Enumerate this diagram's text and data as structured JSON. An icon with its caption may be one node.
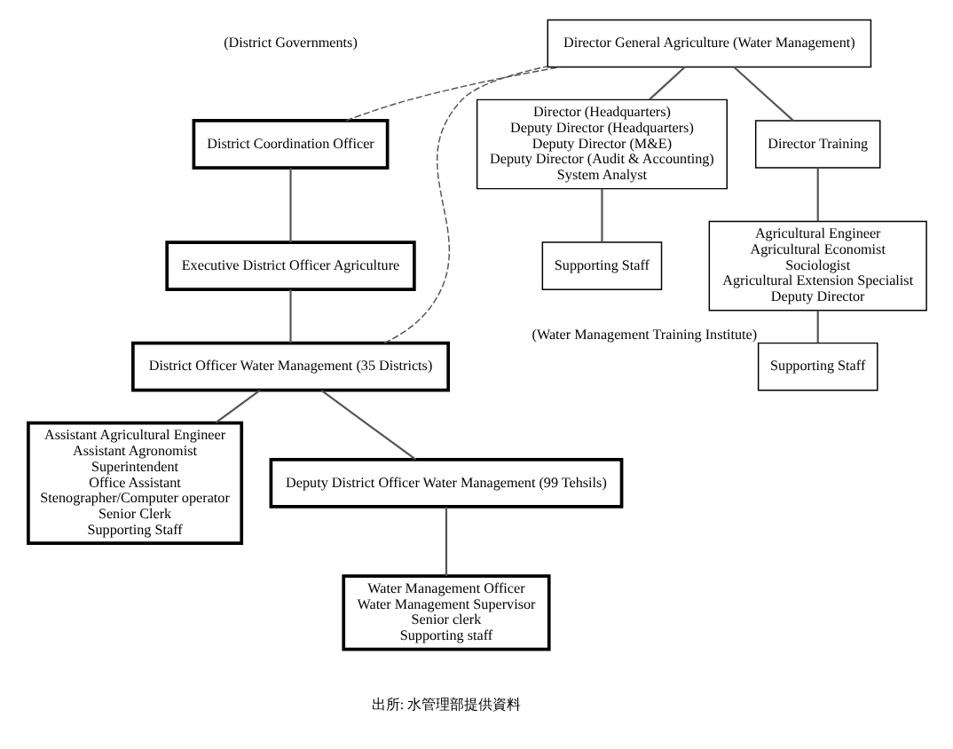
{
  "diagram": {
    "nodes": [
      {
        "text": [
          "District Coordination Officer"
        ]
      },
      {
        "text": [
          "Executive District Officer Agriculture"
        ]
      },
      {
        "text": [
          "District Officer Water Management (35 Districts)"
        ]
      },
      {
        "text": [
          "Assistant Agricultural Engineer",
          "Assistant Agronomist",
          "Superintendent",
          "Office Assistant",
          "Stenographer/Computer operator",
          "Senior Clerk",
          "Supporting Staff"
        ]
      },
      {
        "text": [
          "Deputy District Officer Water Management (99 Tehsils)"
        ]
      },
      {
        "text": [
          "Water Management Officer",
          "Water Management Supervisor",
          "Senior clerk",
          "Supporting staff"
        ]
      },
      {
        "text": [
          "Director General Agriculture (Water Management)"
        ]
      },
      {
        "text": [
          "Director (Headquarters)",
          "Deputy Director (Headquarters)",
          "Deputy Director (M&E)",
          "Deputy Director (Audit & Accounting)",
          "System Analyst"
        ]
      },
      {
        "text": [
          "Director Training"
        ]
      },
      {
        "text": [
          "Supporting Staff"
        ]
      },
      {
        "text": [
          "Agricultural Engineer",
          "Agricultural Economist",
          "Sociologist",
          "Agricultural Extension Specialist",
          "Deputy Director"
        ]
      },
      {
        "text": [
          "Supporting Staff"
        ],
        "beside": [
          "(Water Management Training Institute)"
        ]
      }
    ],
    "edges": [
      {
        "from": 0,
        "to": 1,
        "arrow": "none"
      },
      {
        "from": 1,
        "to": 2,
        "arrow": "none"
      },
      {
        "from": 2,
        "to": 3,
        "arrow": "none"
      },
      {
        "from": 2,
        "to": 4,
        "arrow": "none"
      },
      {
        "from": 4,
        "to": 5,
        "arrow": "none"
      },
      {
        "from": 0,
        "to": 6,
        "arrow": "none",
        "style": "dashed"
      },
      {
        "from": 2,
        "to": 6,
        "arrow": "none",
        "style": "dashed"
      },
      {
        "from": 6,
        "to": 7,
        "arrow": "none"
      },
      {
        "from": 6,
        "to": 8,
        "arrow": "none"
      },
      {
        "from": 7,
        "to": 9,
        "arrow": "none"
      },
      {
        "from": 8,
        "to": 10,
        "arrow": "none"
      },
      {
        "from": 10,
        "to": 11,
        "arrow": "none"
      }
    ],
    "labels": [
      "(District Governments)",
      "出所: 水管理部提供資料"
    ]
  }
}
